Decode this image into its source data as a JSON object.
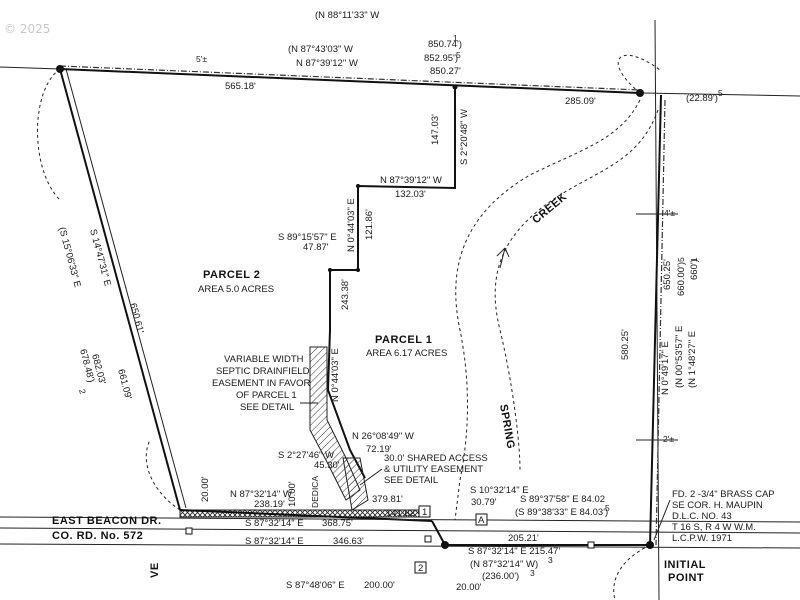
{
  "copyright": "© 2025",
  "parcels": [
    {
      "name": "PARCEL 2",
      "area": "AREA 5.0 ACRES"
    },
    {
      "name": "PARCEL 1",
      "area": "AREA 6.17 ACRES"
    }
  ],
  "north_line": {
    "bearing_record_1": "(N 88°11'33\" W",
    "bearing_record_2": "(N 87°43'03\" W",
    "bearing": "N 87°39'12\" W",
    "distance_record_1": "850.74')",
    "distance_record_1_note": "1",
    "distance_record_2": "852.95')",
    "distance_record_2_note": "5",
    "distance": "850.27'",
    "west_segment": "565.18'",
    "east_segment": "285.09'",
    "width_note": "5'±",
    "ne_offset": "(22.89')",
    "ne_offset_note": "5"
  },
  "interior_lines": [
    {
      "bearing": "S 2°20'48\" W",
      "distance": "147.03'"
    },
    {
      "bearing": "N 87°39'12\" W",
      "distance": "132.03'"
    },
    {
      "bearing": "N 0°44'03\" E",
      "distance": "121.86'"
    },
    {
      "bearing": "S 89°15'57\" E",
      "distance": "47.87'"
    },
    {
      "bearing": "N 0°44'03\" E",
      "distance": "243.38'"
    },
    {
      "bearing": "S 2°27'46\" W",
      "distance": "45.30'"
    },
    {
      "bearing": "N 26°08'49\" W",
      "distance": "72.19'"
    }
  ],
  "west_line": {
    "bearing": "S 14°47'31\" E",
    "bearing_record": "(S 15°06'33\" E",
    "distance": "650.61'",
    "distance_alt": "661.09'",
    "distance_record": "682.03'",
    "distance_record_2": "678.48')",
    "distance_record_2_note": "2"
  },
  "east_line": {
    "bearing": "N 0°49'17\" E",
    "bearing_record_1": "(N 00°53'57\" E",
    "bearing_record_2": "(N 1°48'27\" E",
    "distance": "580.25'",
    "distance_alt": "650.25'",
    "distance_record_1": "660.00')",
    "distance_record_1_note": "5",
    "distance_record_2": "660')",
    "distance_record_2_note": "1",
    "width_top": "4'±",
    "width_bottom": "2'±"
  },
  "creek": {
    "word1": "SPRING",
    "word2": "CREEK"
  },
  "easements": {
    "septic": [
      "VARIABLE WIDTH",
      "SEPTIC DRAINFIELD",
      "EASEMENT IN FAVOR",
      "OF PARCEL 1",
      "SEE DETAIL"
    ],
    "access": [
      "30.0' SHARED ACCESS",
      "& UTILITY EASEMENT",
      "SEE DETAIL"
    ]
  },
  "south_area": {
    "width_1": "20.00'",
    "width_2": "10.00'",
    "dedication": "DEDICA",
    "road_bearing_1": "N 87°32'14\" W",
    "road_distance_1": "238.19'",
    "road_bearing_2": "S 87°32'14\" E",
    "road_distance_2": "368.75'",
    "road_bearing_3": "S 87°32'14\" E",
    "road_distance_3": "346.63'",
    "dist_379": "379.81'",
    "dist_141": "141.62'",
    "marker_1": "1",
    "marker_2": "2",
    "marker_a": "A",
    "s10_bearing": "S 10°32'14\" E",
    "s10_distance": "30.79'",
    "s89_bearing": "S 89°37'58\" E 84.02",
    "s89_record": "(S 89°38'33\" E 84.03')",
    "s89_record_note": "5",
    "dist_205": "205.21'",
    "s87_line": "S 87°32'14\" E 215.47'",
    "n87_record": "(N 87°32'14\" W)",
    "n87_record_note": "3",
    "dist_236_record": "(236.00')",
    "dist_236_note": "3",
    "dist_partial": "20.00'",
    "s87_bottom": "S 87°48'06\" E",
    "dist_bottom": "200.00'",
    "ve": "VE"
  },
  "road": {
    "name": "EAST BEACON DR.",
    "county_road": "CO. RD. No. 572"
  },
  "corner_note": [
    "FD. 2 -3/4\" BRASS CAP",
    "SE COR. H. MAUPIN",
    "D.L.C. NO. 43",
    "T 16 S, R 4 W W.M.",
    "L.C.P.W. 1971"
  ],
  "initial_point": [
    "INITIAL",
    "POINT"
  ]
}
